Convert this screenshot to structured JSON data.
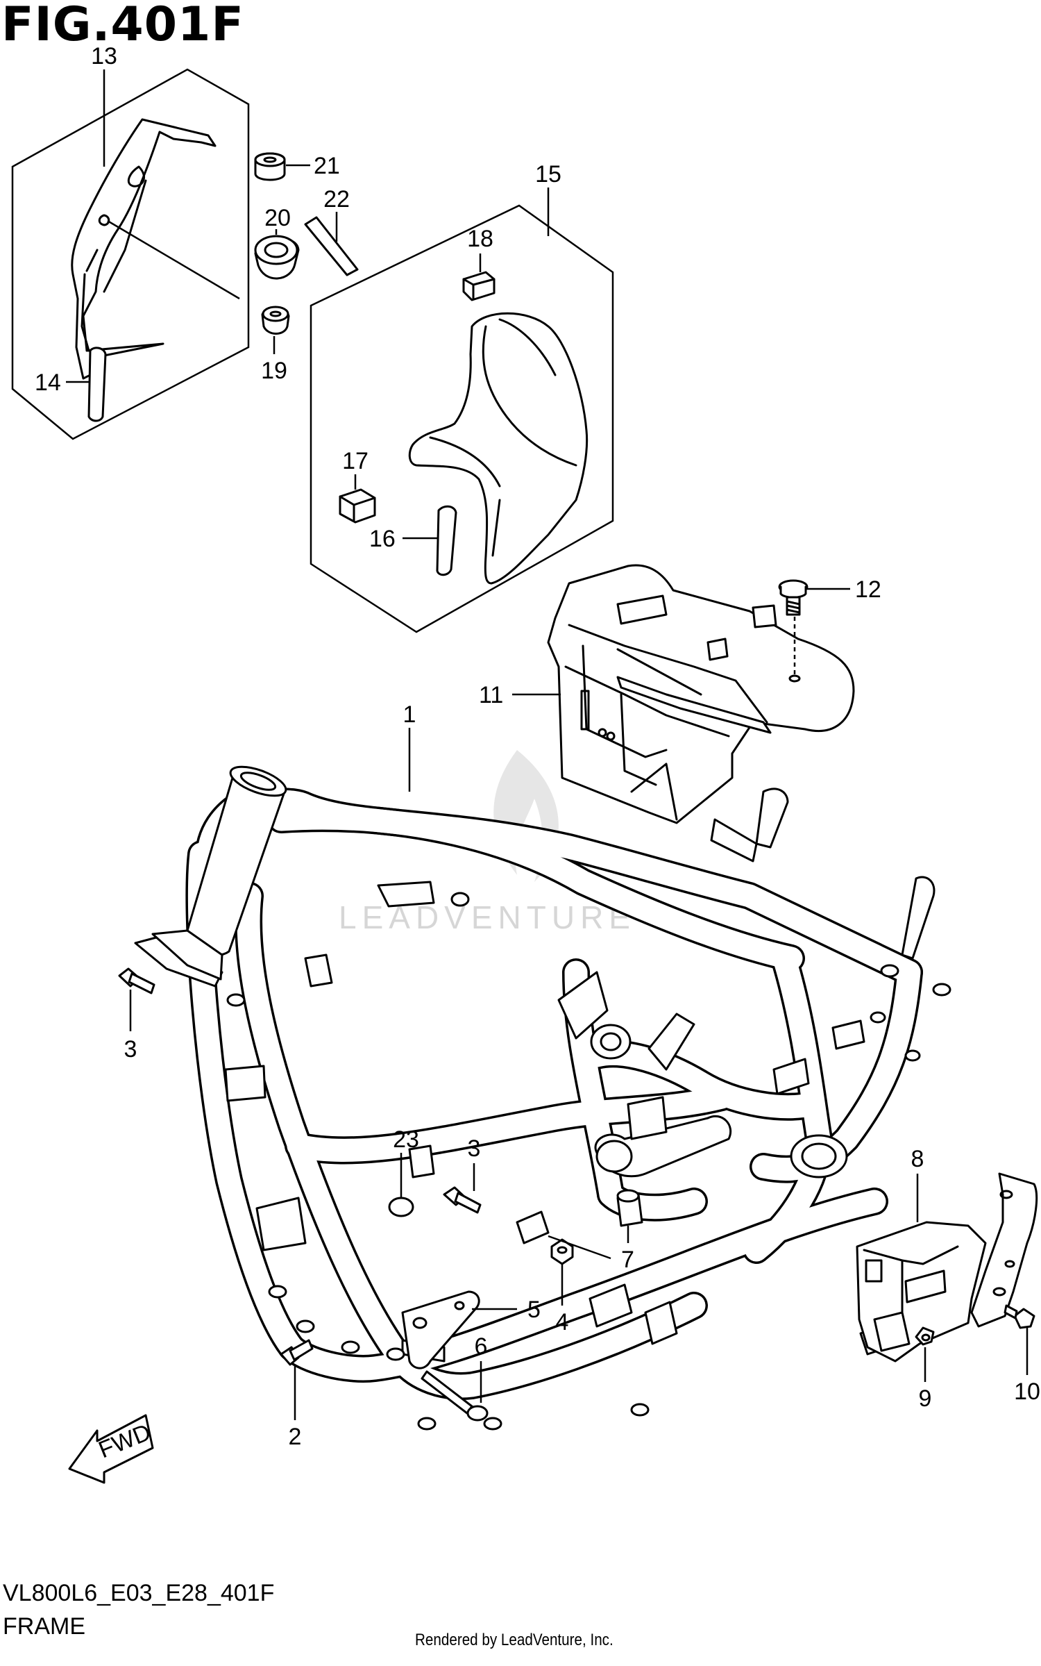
{
  "figure": {
    "title": "FIG.401F",
    "model_code": "VL800L6_E03_E28_401F",
    "name": "FRAME",
    "credit": "Rendered by LeadVenture, Inc.",
    "watermark": "LEADVENTURE",
    "direction": "FWD"
  },
  "callouts": [
    {
      "id": "1",
      "label": "1"
    },
    {
      "id": "2",
      "label": "2"
    },
    {
      "id": "3a",
      "label": "3"
    },
    {
      "id": "3b",
      "label": "3"
    },
    {
      "id": "4",
      "label": "4"
    },
    {
      "id": "5",
      "label": "5"
    },
    {
      "id": "6",
      "label": "6"
    },
    {
      "id": "7",
      "label": "7"
    },
    {
      "id": "8",
      "label": "8"
    },
    {
      "id": "9",
      "label": "9"
    },
    {
      "id": "10",
      "label": "10"
    },
    {
      "id": "11",
      "label": "11"
    },
    {
      "id": "12",
      "label": "12"
    },
    {
      "id": "13",
      "label": "13"
    },
    {
      "id": "14",
      "label": "14"
    },
    {
      "id": "15",
      "label": "15"
    },
    {
      "id": "16",
      "label": "16"
    },
    {
      "id": "17",
      "label": "17"
    },
    {
      "id": "18",
      "label": "18"
    },
    {
      "id": "19",
      "label": "19"
    },
    {
      "id": "20",
      "label": "20"
    },
    {
      "id": "21",
      "label": "21"
    },
    {
      "id": "22",
      "label": "22"
    },
    {
      "id": "23",
      "label": "23"
    }
  ]
}
